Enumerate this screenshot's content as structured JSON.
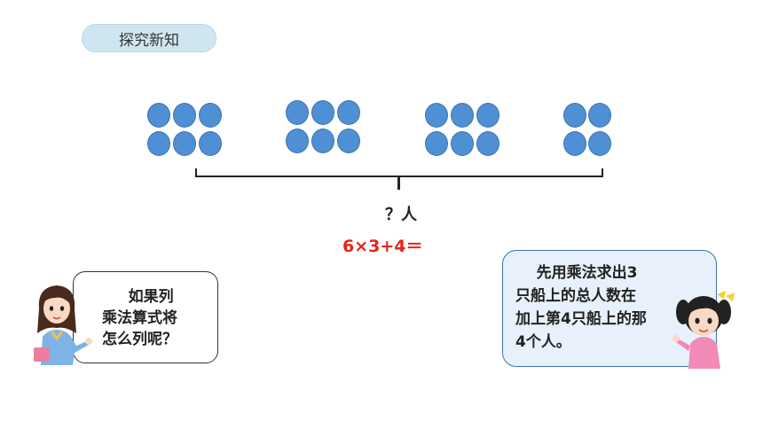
{
  "header": {
    "tag_label": "探究新知"
  },
  "diagram": {
    "question": "？人",
    "equation": "6×3+4＝"
  },
  "teacher_bubble": {
    "text": "     如果列\n乘法算式将\n怎么列呢？"
  },
  "girl_bubble": {
    "text": "    先用乘法求出3\n只船上的总人数在\n加上第4只船上的那\n4个人。"
  },
  "colors": {
    "dot_fill": "#4f8fd3",
    "equation": "#e5231b",
    "tag_bg": "#cfe6f0",
    "bubble_bg": "#e8f1fb"
  }
}
